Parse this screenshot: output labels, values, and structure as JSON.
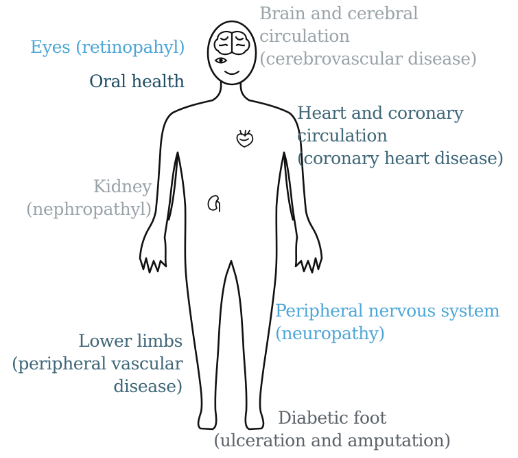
{
  "colors": {
    "bright_blue": "#4ea6d6",
    "grey": "#9aa3a8",
    "navy": "#1f4d63",
    "slate": "#3e6678",
    "dark_grey": "#5c6268",
    "outline": "#111111"
  },
  "icons": {
    "body": "human-body-outline",
    "brain": "brain-icon",
    "eye": "eye-icon",
    "heart": "heart-icon",
    "kidney": "kidney-icon"
  },
  "labels": {
    "brain": [
      "Brain and cerebral",
      "circulation",
      "(cerebrovascular disease)"
    ],
    "eyes": [
      "Eyes (retinopahyl)"
    ],
    "oral": [
      "Oral health"
    ],
    "heart": [
      "Heart and coronary",
      "circulation",
      "(coronary heart disease)"
    ],
    "kidney": [
      "Kidney",
      "(nephropathyl)"
    ],
    "peripheral_nerves": [
      "Peripheral nervous system",
      "(neuropathy)"
    ],
    "lower_limbs": [
      "Lower limbs",
      "(peripheral vascular",
      "disease)"
    ],
    "foot": [
      "Diabetic foot",
      "(ulceration and amputation)"
    ]
  }
}
